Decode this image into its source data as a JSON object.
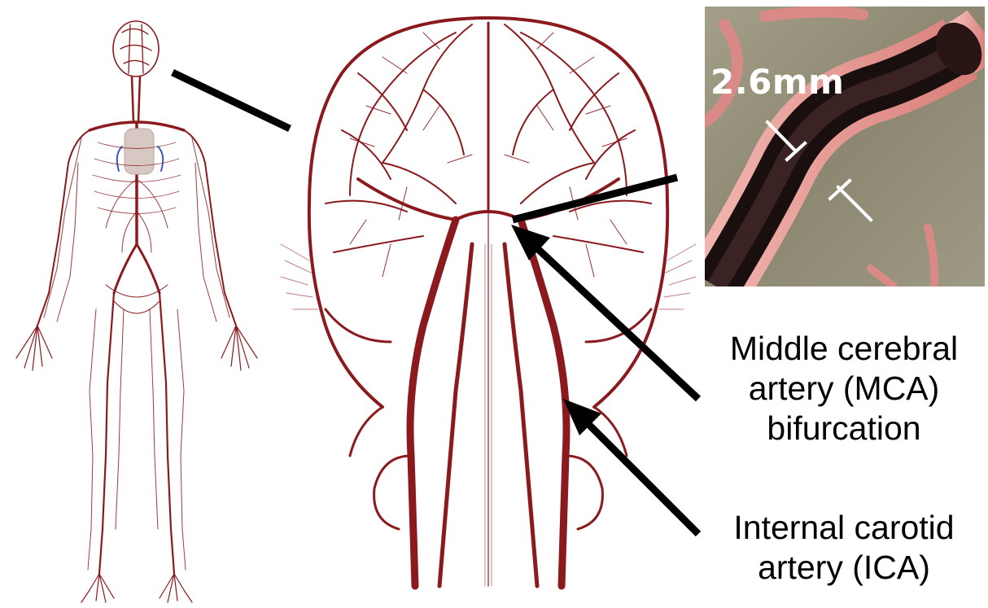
{
  "colors": {
    "vessel": "#8b1a1e",
    "vessel_dark": "#6a1014",
    "heart": "#d8c8c4",
    "vein": "#3a56c8",
    "inset_bg": "#8e8a72",
    "inset_artery": "#e8a09a",
    "arrow": "#000000"
  },
  "inset": {
    "measurement": "2.6mm"
  },
  "labels": {
    "mca": [
      "Middle cerebral",
      "artery (MCA)",
      "bifurcation"
    ],
    "ica": [
      "Internal carotid",
      "artery (ICA)"
    ]
  }
}
